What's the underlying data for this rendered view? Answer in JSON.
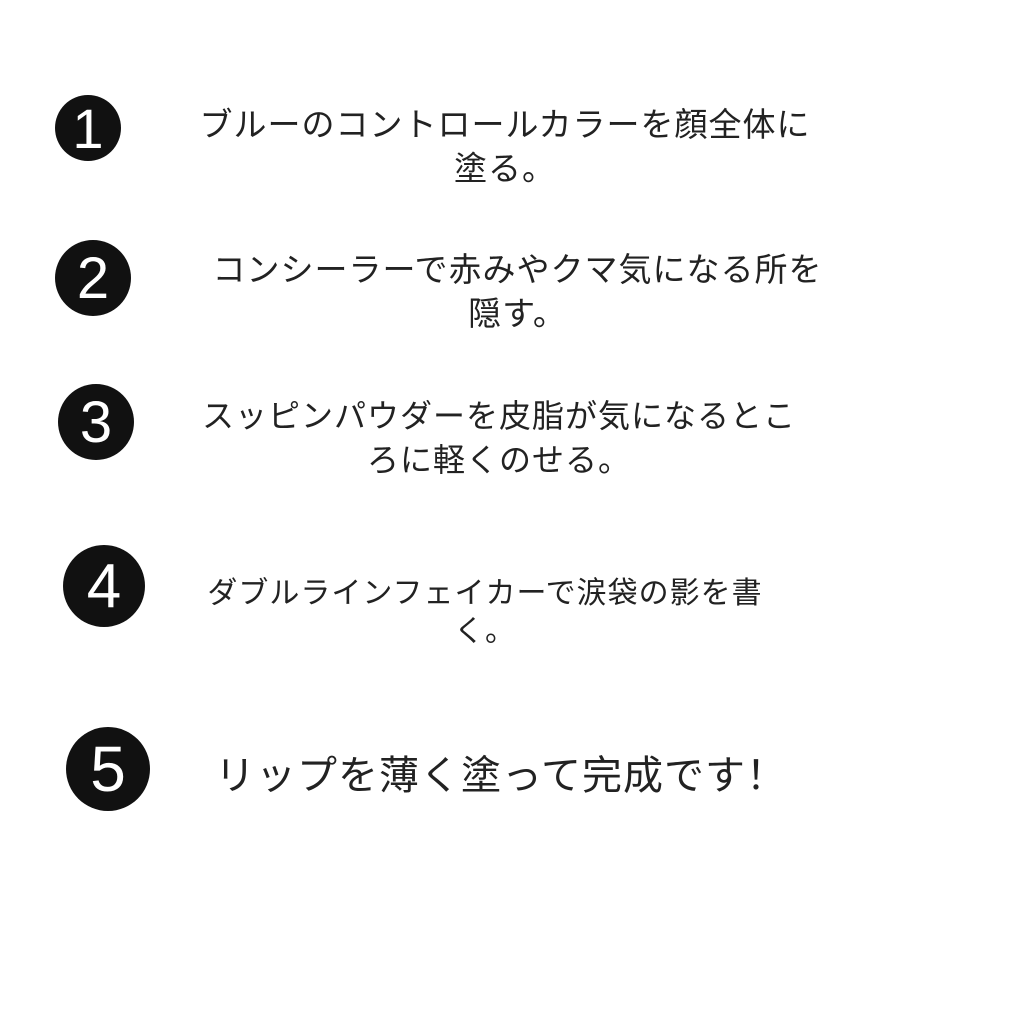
{
  "steps": [
    {
      "number": "1",
      "lines": [
        "ブルーのコントロールカラーを顔全体に",
        "塗る。"
      ]
    },
    {
      "number": "2",
      "lines": [
        "コンシーラーで赤みやクマ気になる所を",
        "隠す。"
      ]
    },
    {
      "number": "3",
      "lines": [
        "スッピンパウダーを皮脂が気になるとこ",
        "ろに軽くのせる。"
      ]
    },
    {
      "number": "4",
      "lines": [
        "ダブルラインフェイカーで涙袋の影を書",
        "く。"
      ]
    },
    {
      "number": "5",
      "lines": [
        "リップを薄く塗って完成です！"
      ]
    }
  ]
}
